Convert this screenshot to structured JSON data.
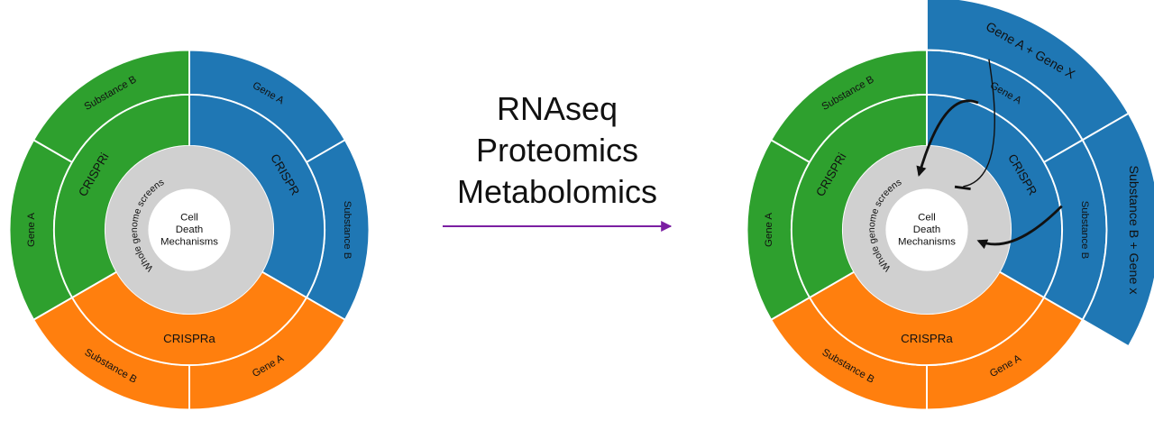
{
  "colors": {
    "crispri": "#2ea02e",
    "crispr": "#1f77b4",
    "crispra": "#ff7f0e",
    "core": "#d0d0d0",
    "center": "#ffffff",
    "arrow": "#7b1fa2",
    "inhibit": "#111111"
  },
  "center_label": [
    "Cell",
    "Death",
    "Mechanisms"
  ],
  "ring_label": "Whole genome screens",
  "sectors": {
    "crispri": {
      "label": "CRISPRi",
      "outer": [
        "Substance B",
        "Gene A"
      ]
    },
    "crispr": {
      "label": "CRISPR",
      "outer": [
        "Gene A",
        "Substance B"
      ]
    },
    "crispra": {
      "label": "CRISPRa",
      "outer": [
        "Gene A",
        "Substance B"
      ]
    }
  },
  "extended": {
    "gene_combo": "Gene A + Gene X",
    "substance_combo": "Substance B + Gene x"
  },
  "omics": {
    "line1": "RNAseq",
    "line2": "Proteomics",
    "line3": "Metabolomics"
  }
}
